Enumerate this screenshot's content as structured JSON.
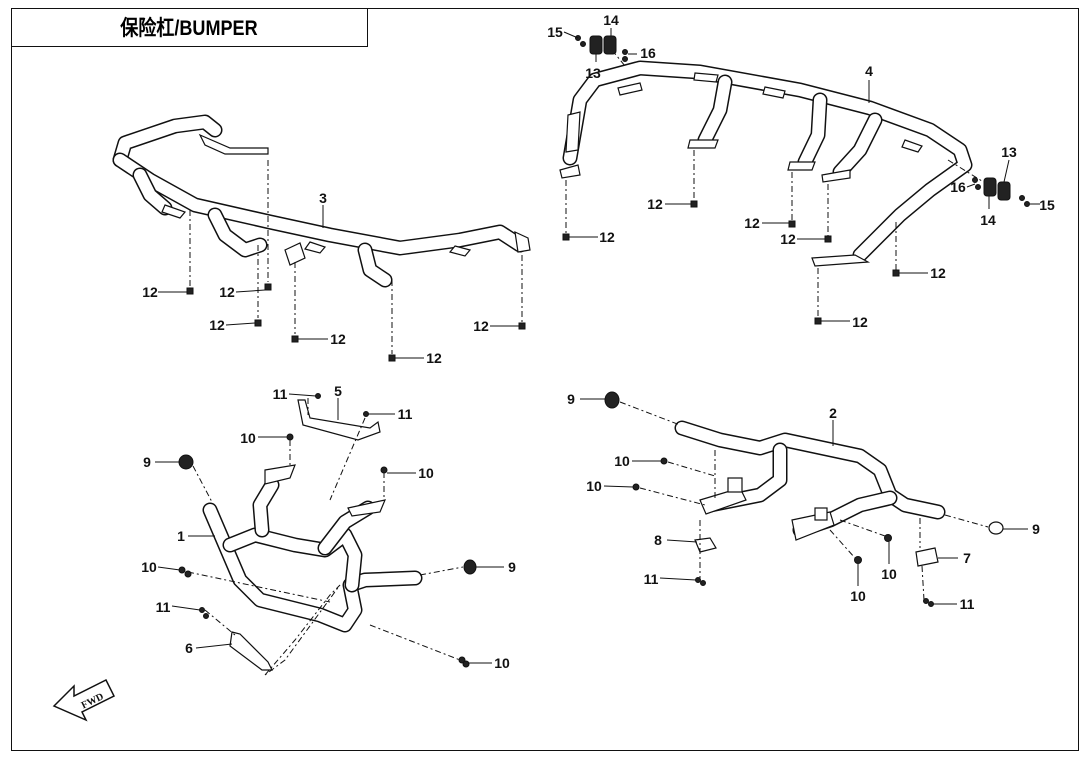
{
  "title": "保险杠/BUMPER",
  "fwd_label": "FWD",
  "callouts": {
    "c1": "1",
    "c2": "2",
    "c3": "3",
    "c4": "4",
    "c5": "5",
    "c6": "6",
    "c7": "7",
    "c8": "8",
    "c9": "9",
    "c10": "10",
    "c11": "11",
    "c12": "12",
    "c13": "13",
    "c14": "14",
    "c15": "15",
    "c16": "16"
  }
}
